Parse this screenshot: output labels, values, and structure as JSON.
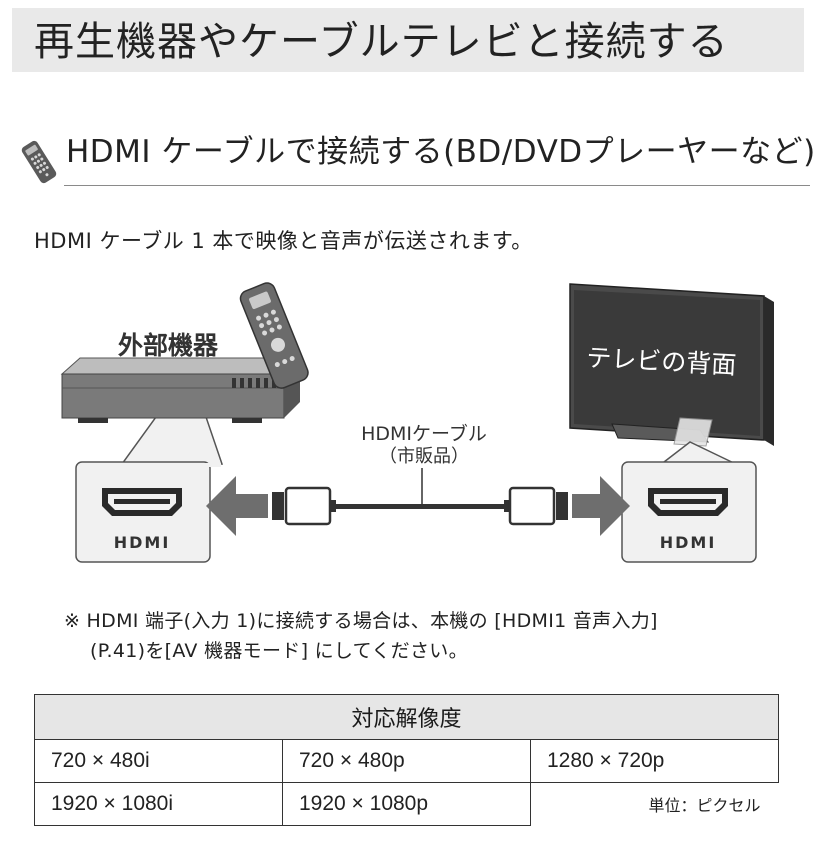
{
  "page": {
    "title": "再生機器やケーブルテレビと接続する"
  },
  "section": {
    "icon": "remote-control-icon",
    "heading": "HDMI ケーブルで接続する(BD/DVDプレーヤーなど)",
    "intro": "HDMI ケーブル 1 本で映像と音声が伝送されます。"
  },
  "diagram": {
    "external_device_label": "外部機器",
    "tv_label": "テレビの背面",
    "cable_label": "HDMIケーブル",
    "cable_note": "（市販品）",
    "port_logo_left": "HDMI",
    "port_logo_right": "HDMI"
  },
  "note": {
    "line1": "※ HDMI 端子(入力 1)に接続する場合は、本機の [HDMI1 音声入力]",
    "line2": "(P.41)を[AV 機器モード] にしてください。"
  },
  "table": {
    "header": "対応解像度",
    "rows": [
      [
        "720 × 480i",
        "720 × 480p",
        "1280 × 720p"
      ],
      [
        "1920 × 1080i",
        "1920 × 1080p"
      ]
    ],
    "unit_label": "単位：ピクセル"
  },
  "colors": {
    "title_bar_bg": "#e9e9e9",
    "table_header_bg": "#e6e6e6",
    "arrow_gray": "#6e6e6e"
  }
}
